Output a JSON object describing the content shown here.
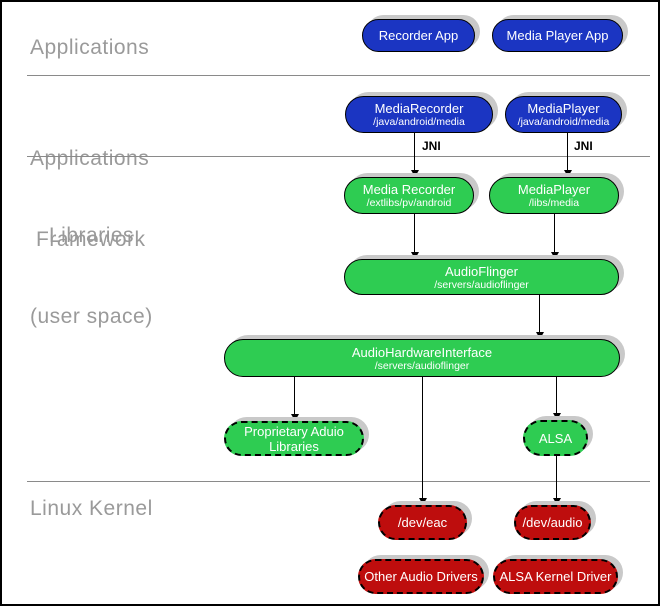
{
  "layers": {
    "applications": "Applications",
    "framework_line1": "Applications",
    "framework_line2": "Framework",
    "libraries_line1": "Libraries",
    "libraries_line2": "(user space)",
    "kernel": "Linux Kernel"
  },
  "nodes": {
    "recorder_app": {
      "label": "Recorder App"
    },
    "media_player_app": {
      "label": "Media Player App"
    },
    "media_recorder_fw": {
      "label": "MediaRecorder",
      "sub": "/java/android/media"
    },
    "media_player_fw": {
      "label": "MediaPlayer",
      "sub": "/java/android/media"
    },
    "media_recorder_lib": {
      "label": "Media Recorder",
      "sub": "/extlibs/pv/android"
    },
    "media_player_lib": {
      "label": "MediaPlayer",
      "sub": "/libs/media"
    },
    "audio_flinger": {
      "label": "AudioFlinger",
      "sub": "/servers/audioflinger"
    },
    "audio_hw_interface": {
      "label": "AudioHardwareInterface",
      "sub": "/servers/audioflinger"
    },
    "proprietary_audio_libs": {
      "line1": "Proprietary Aduio",
      "line2": "Libraries"
    },
    "alsa": {
      "label": "ALSA"
    },
    "dev_eac": {
      "label": "/dev/eac"
    },
    "dev_audio": {
      "label": "/dev/audio"
    },
    "other_audio_drivers": {
      "label": "Other Audio Drivers"
    },
    "alsa_kernel_driver": {
      "label": "ALSA Kernel Driver"
    }
  },
  "edges": {
    "jni_label": "JNI"
  },
  "colors": {
    "framework_blue": "#1b35c2",
    "userspace_green": "#2ecc52",
    "kernel_red": "#be0d0d",
    "shadow_gray": "#c9c9c9",
    "layer_label_gray": "#9a9a9a"
  }
}
